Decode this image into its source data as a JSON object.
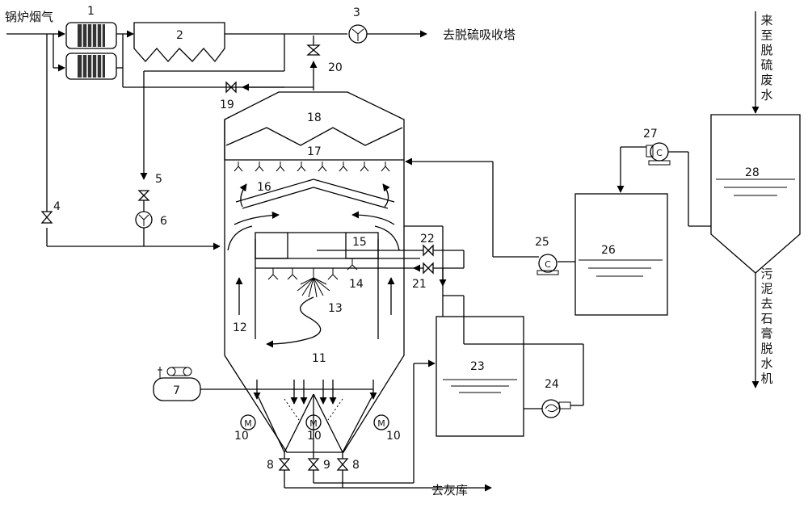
{
  "labels": {
    "boiler_flue_gas": "锅炉烟气",
    "to_desulfurization_tower": "去脱硫吸收塔",
    "from_desulfurization_wastewater": "来至脱硫废水",
    "sludge_to_gypsum_dewatering": "污泥去石膏脱水机",
    "to_ash_silo": "去灰库"
  },
  "numbers": {
    "n1": "1",
    "n2": "2",
    "n3": "3",
    "n4": "4",
    "n5": "5",
    "n6": "6",
    "n7": "7",
    "n8a": "8",
    "n8b": "8",
    "n9": "9",
    "n10a": "10",
    "n10b": "10",
    "n10c": "10",
    "n11": "11",
    "n12": "12",
    "n13": "13",
    "n14": "14",
    "n15": "15",
    "n16": "16",
    "n17": "17",
    "n18": "18",
    "n19": "19",
    "n20": "20",
    "n21": "21",
    "n22": "22",
    "n23": "23",
    "n24": "24",
    "n25": "25",
    "n26": "26",
    "n27": "27",
    "n28": "28"
  },
  "motor_symbol": "M",
  "pump_symbol": "C"
}
